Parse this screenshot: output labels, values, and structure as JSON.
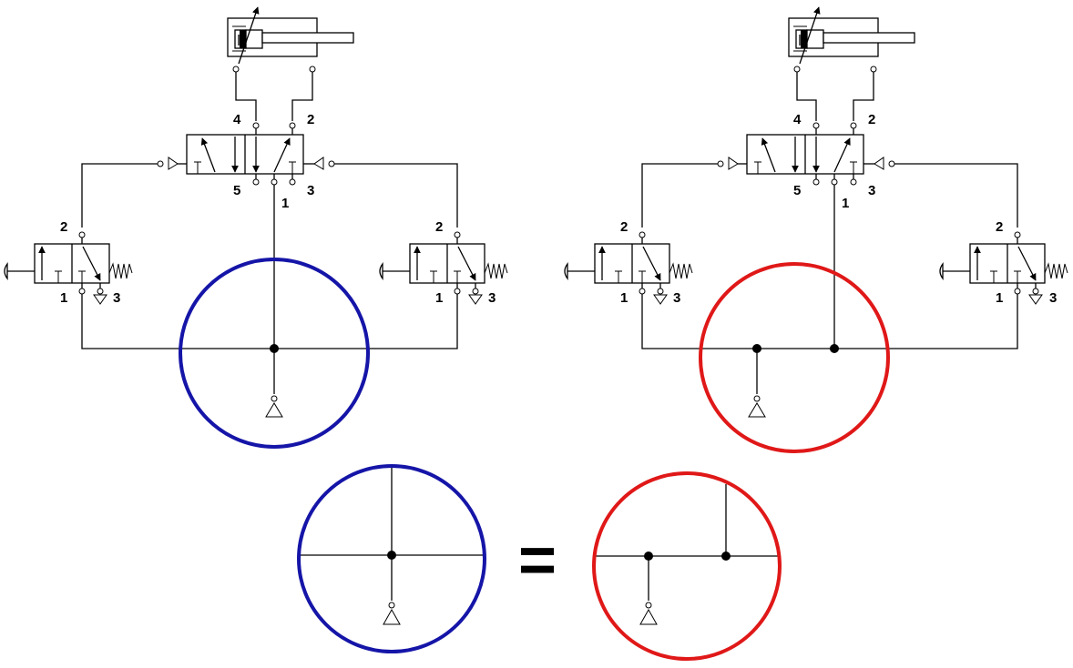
{
  "diagram": {
    "port_labels": {
      "p1": "1",
      "p2": "2",
      "p3": "3",
      "p4": "4",
      "p5": "5"
    },
    "equals_sign": "=",
    "colors": {
      "blue_ring": "#1515a8",
      "red_ring": "#e01818",
      "lines": "#000000"
    },
    "circuits": [
      {
        "id": "left-circuit",
        "junction": "single-crossing-node",
        "ring_color": "blue"
      },
      {
        "id": "right-circuit",
        "junction": "two-offset-nodes",
        "ring_color": "red"
      }
    ],
    "detail_views": [
      {
        "id": "detail-blue",
        "junction": "single-crossing-node"
      },
      {
        "id": "detail-red",
        "junction": "two-offset-nodes"
      }
    ]
  }
}
